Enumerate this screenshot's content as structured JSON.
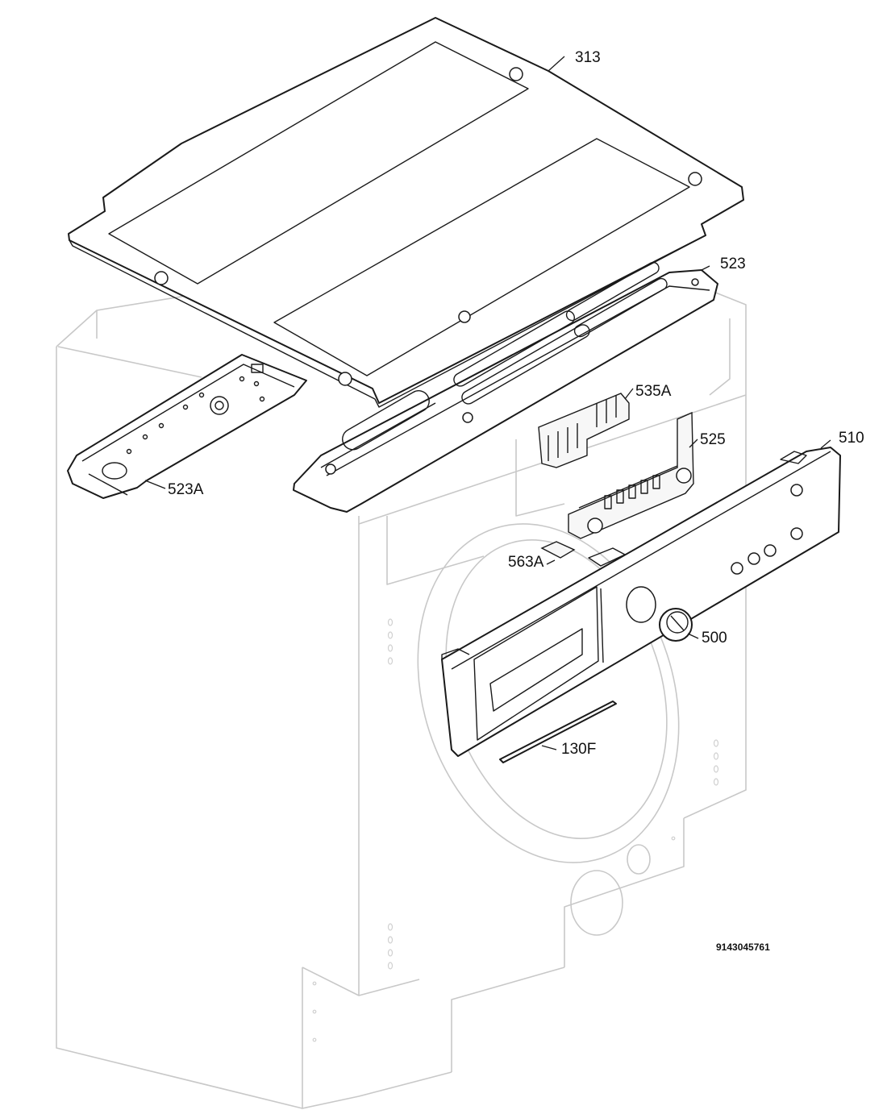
{
  "callouts": {
    "c313": "313",
    "c523": "523",
    "c535A": "535A",
    "c525": "525",
    "c510": "510",
    "c523A": "523A",
    "c563A": "563A",
    "c500": "500",
    "c130F": "130F"
  },
  "document_number": "9143045761"
}
